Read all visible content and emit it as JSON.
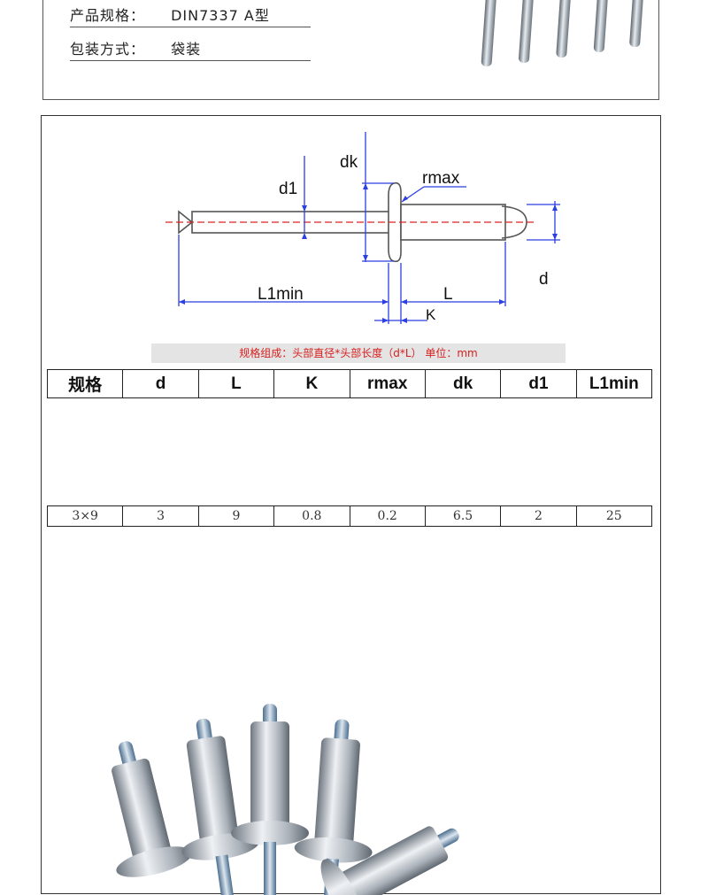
{
  "product_info": {
    "spec_label": "产品规格：",
    "spec_value": "DIN7337 A型",
    "package_label": "包装方式：",
    "package_value": "袋装"
  },
  "diagram": {
    "labels": {
      "dk": "dk",
      "d1": "d1",
      "rmax": "rmax",
      "d": "d",
      "l1min": "L1min",
      "l": "L",
      "k": "K"
    },
    "note": "规格组成：头部直径*头部长度（d*L） 单位：mm"
  },
  "table": {
    "headers": [
      "规格",
      "d",
      "L",
      "K",
      "rmax",
      "dk",
      "d1",
      "L1min"
    ],
    "rows": [
      [
        "3×9",
        "3",
        "9",
        "0.8",
        "0.2",
        "6.5",
        "2",
        "25"
      ]
    ]
  },
  "colors": {
    "dimension_line": "#2c3fe0",
    "center_line": "#e02020",
    "note_text": "#d81e1e",
    "note_background": "#e4e4e4"
  }
}
